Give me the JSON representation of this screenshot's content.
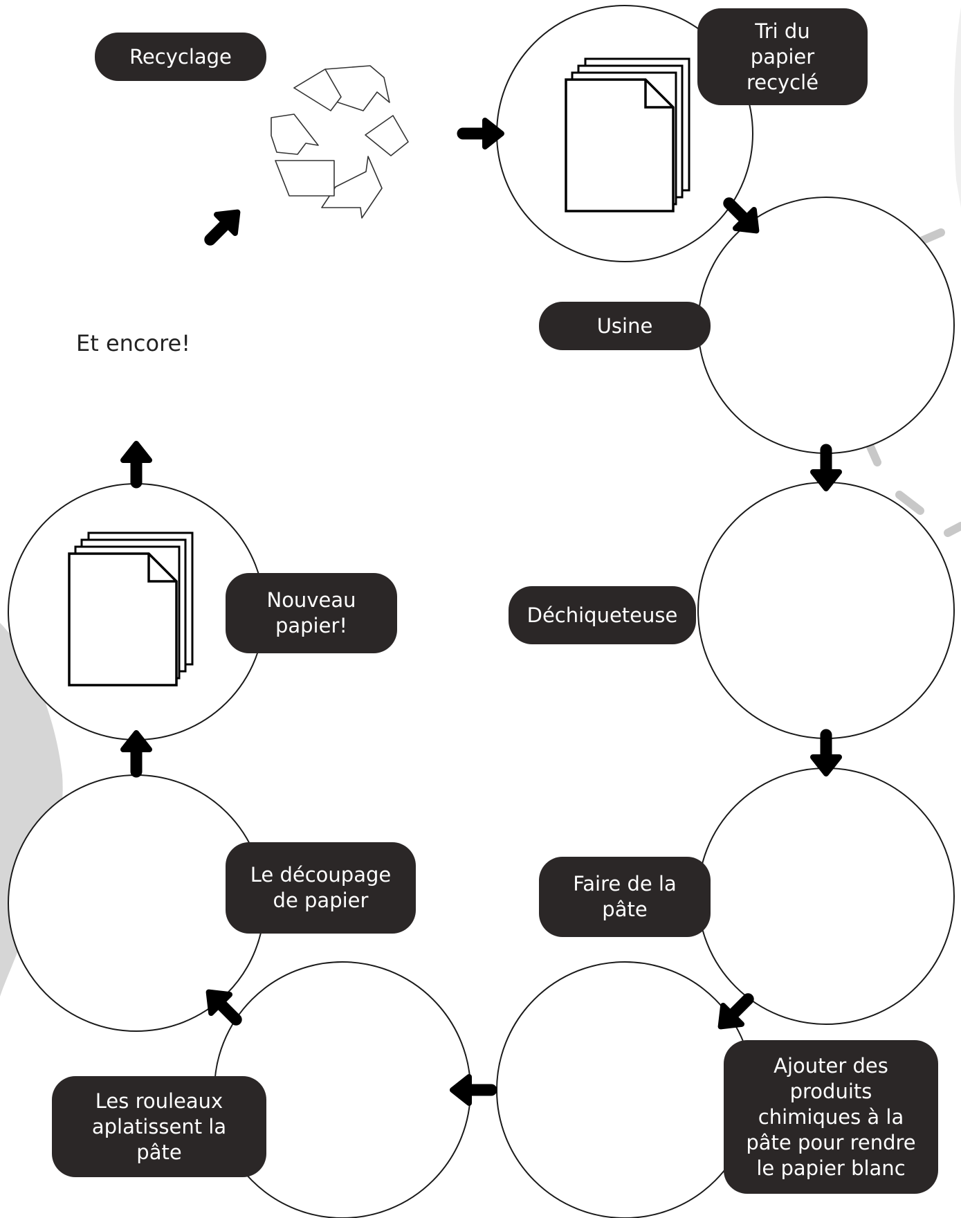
{
  "title": "Recyclage",
  "cycle_note": "Et encore!",
  "colors": {
    "label_background": "#2b2727",
    "label_text": "#ffffff",
    "arrow": "#000000",
    "circle_stroke": "#1a1a1a",
    "decor_grey": "#d6d6d6"
  },
  "icons": {
    "recycle": "recycle-icon",
    "paper_stack_top": "paper-stack-icon",
    "paper_stack_left": "paper-stack-icon"
  },
  "steps": [
    {
      "id": "tri",
      "label": "Tri du\npapier\nrecyclé"
    },
    {
      "id": "usine",
      "label": "Usine"
    },
    {
      "id": "dechiqueteuse",
      "label": "Déchiqueteuse"
    },
    {
      "id": "pate",
      "label": "Faire de la\npâte"
    },
    {
      "id": "chimiques",
      "label": "Ajouter des\nproduits\nchimiques à la\npâte pour rendre\nle papier blanc"
    },
    {
      "id": "rouleaux",
      "label": "Les rouleaux\naplatissent la\npâte"
    },
    {
      "id": "decoupage",
      "label": "Le découpage\nde papier"
    },
    {
      "id": "nouveau",
      "label": "Nouveau\npapier!"
    }
  ]
}
